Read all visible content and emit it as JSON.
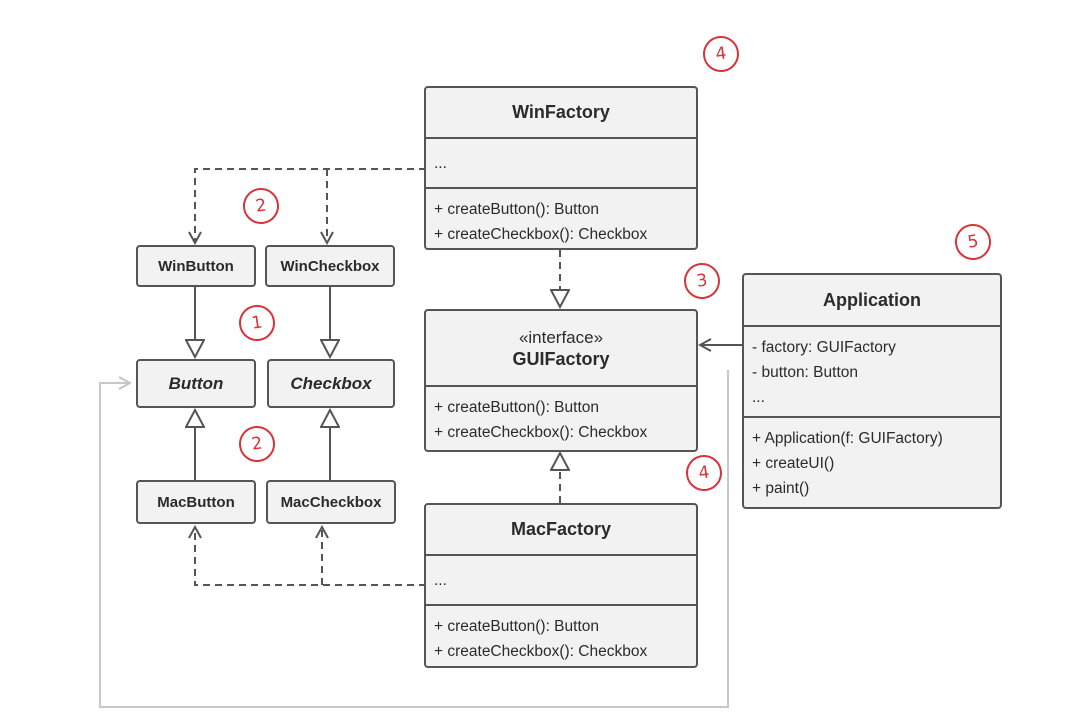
{
  "products": {
    "win_button": "WinButton",
    "win_checkbox": "WinCheckbox",
    "button": "Button",
    "checkbox": "Checkbox",
    "mac_button": "MacButton",
    "mac_checkbox": "MacCheckbox"
  },
  "win_factory": {
    "name": "WinFactory",
    "fields": [
      "..."
    ],
    "methods": [
      "+ createButton(): Button",
      "+ createCheckbox(): Checkbox"
    ]
  },
  "gui_factory": {
    "stereotype": "«interface»",
    "name": "GUIFactory",
    "methods": [
      "+ createButton(): Button",
      "+ createCheckbox(): Checkbox"
    ]
  },
  "mac_factory": {
    "name": "MacFactory",
    "fields": [
      "..."
    ],
    "methods": [
      "+ createButton(): Button",
      "+ createCheckbox(): Checkbox"
    ]
  },
  "application": {
    "name": "Application",
    "fields": [
      "- factory: GUIFactory",
      "- button: Button",
      "..."
    ],
    "methods": [
      "+ Application(f: GUIFactory)",
      "+ createUI()",
      "+ paint()"
    ]
  },
  "annotations": {
    "n1": "1",
    "n2a": "2",
    "n2b": "2",
    "n3": "3",
    "n4a": "4",
    "n4b": "4",
    "n5": "5"
  },
  "colors": {
    "box_fill": "#f2f2f2",
    "box_border": "#555555",
    "marker": "#d9333a",
    "faint_line": "#c8c8c8"
  }
}
